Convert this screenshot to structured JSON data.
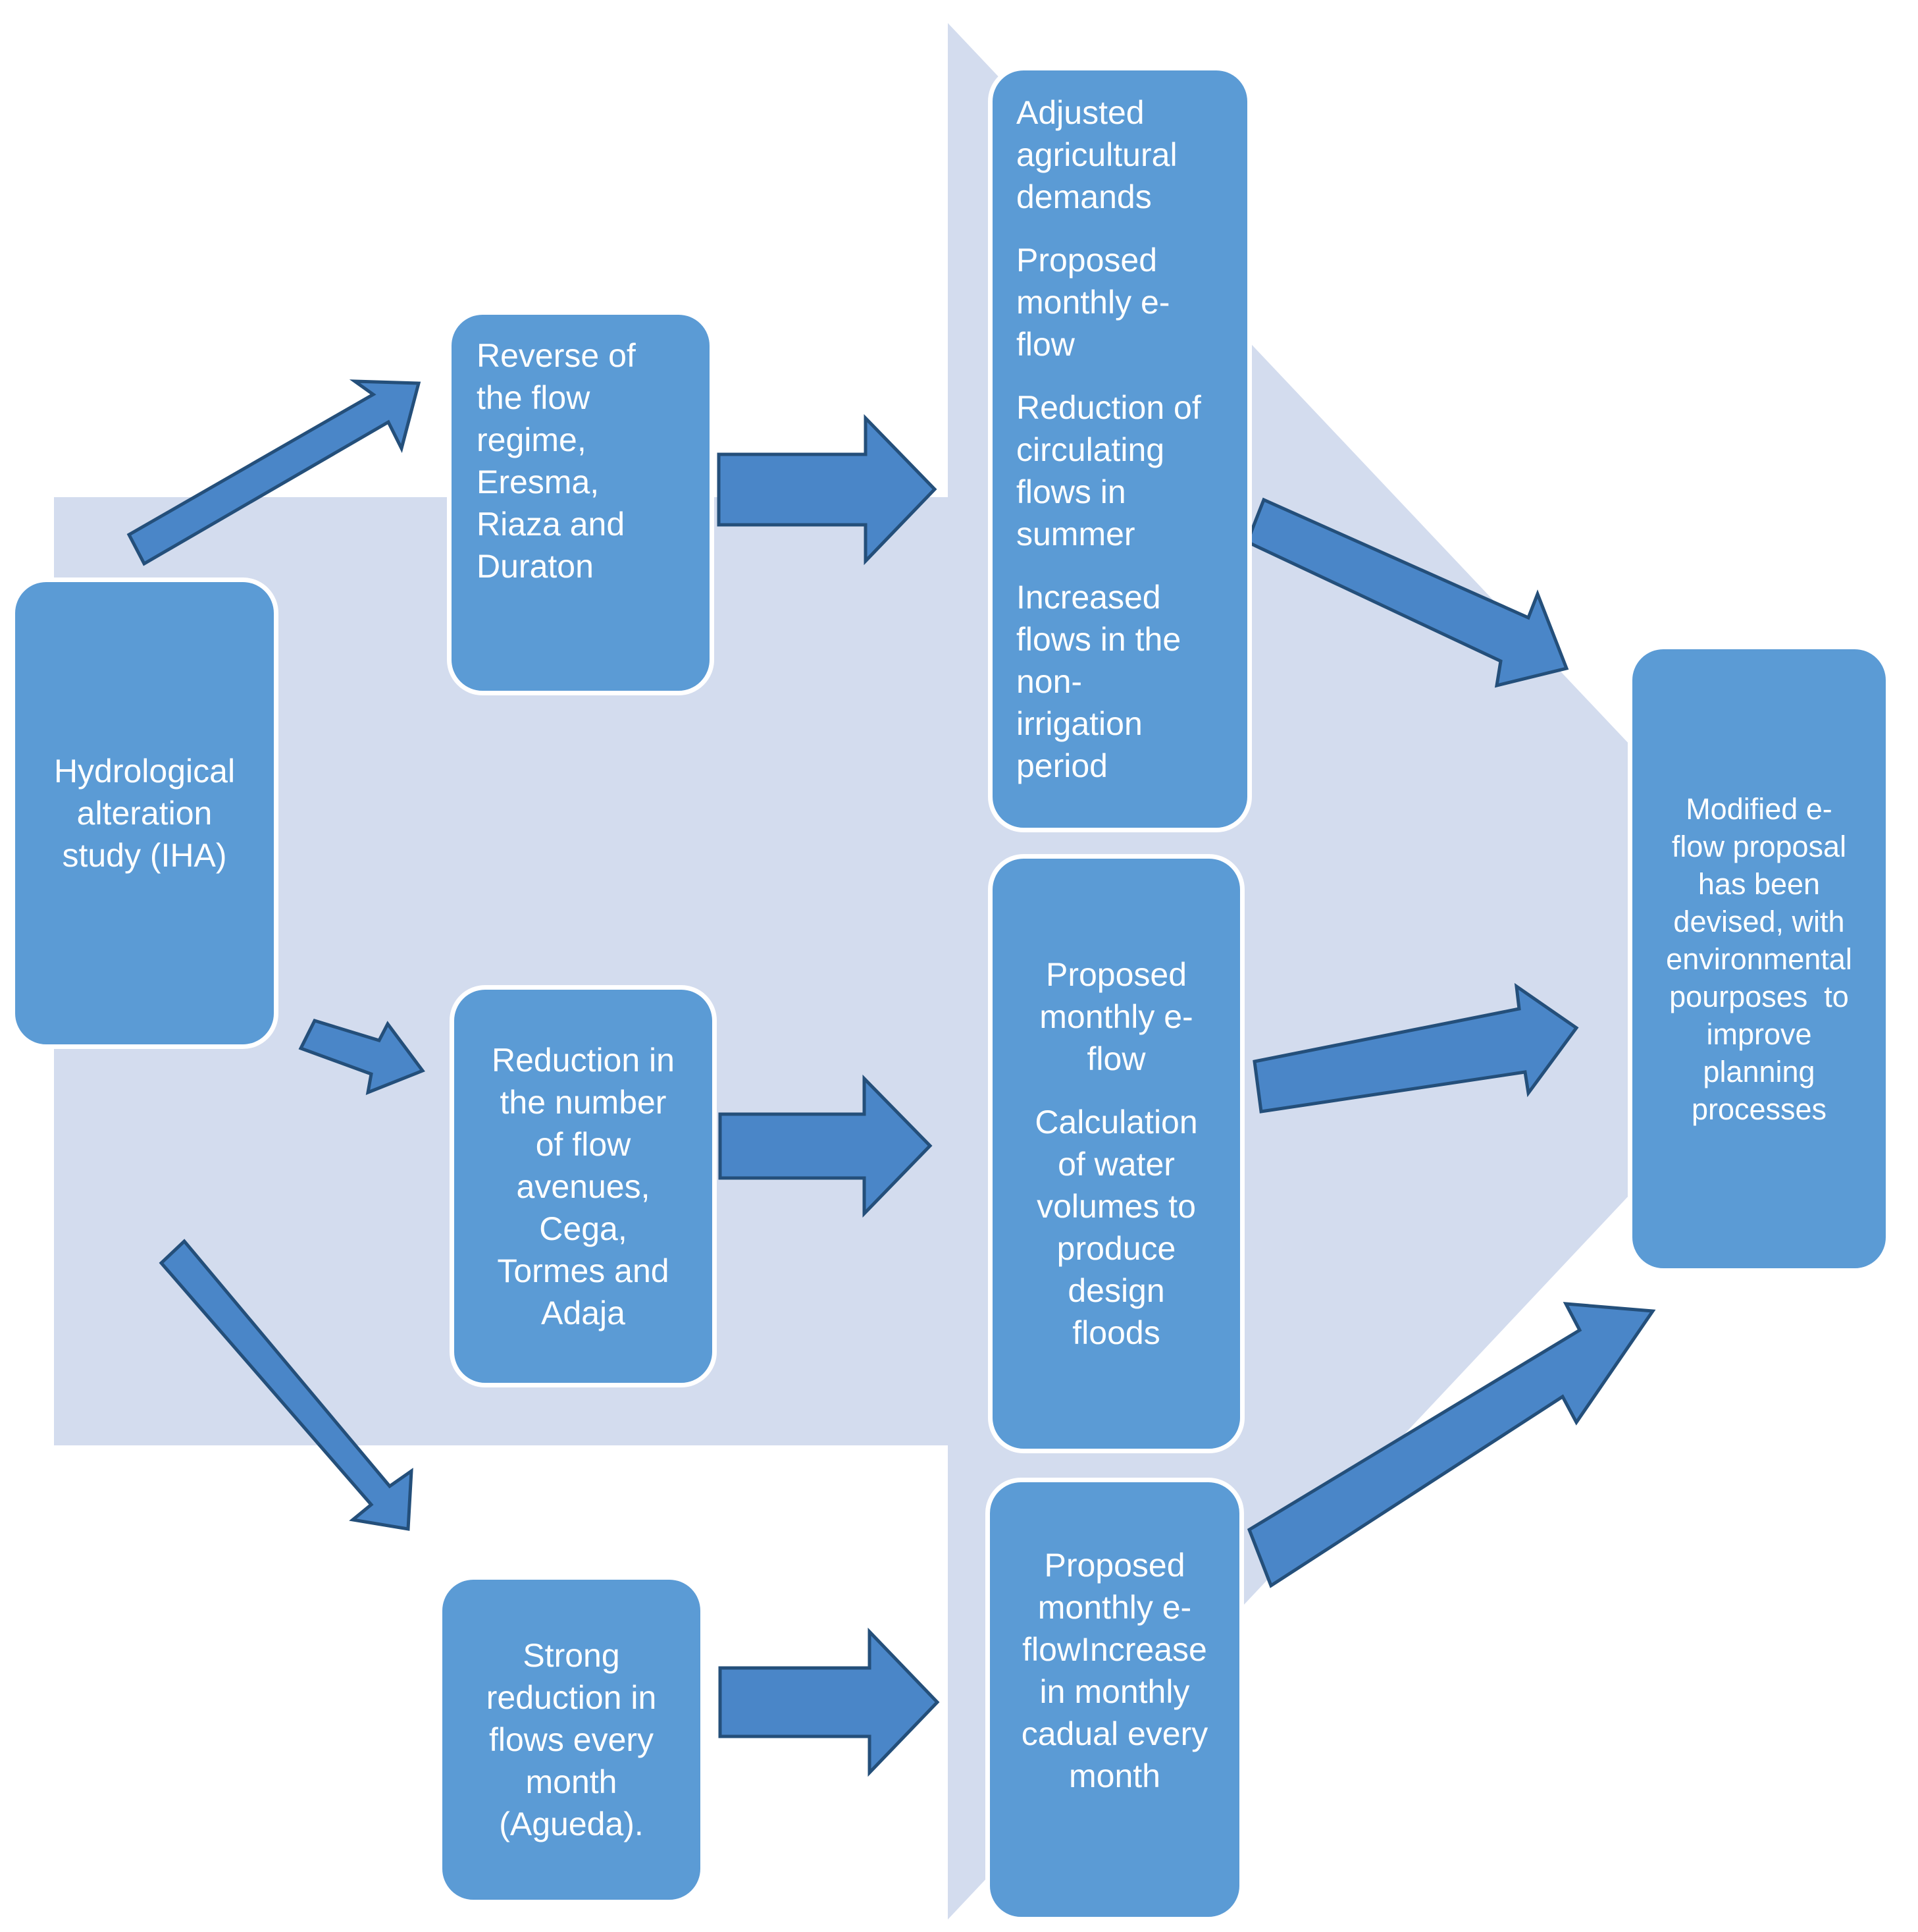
{
  "diagram": {
    "colors": {
      "box_fill": "#5b9bd5",
      "box_border": "#ffffff",
      "arrow_fill": "#4a86c8",
      "arrow_stroke": "#244f7a",
      "background_shape": "#d3dcee",
      "text": "#ffffff"
    },
    "start": {
      "lines": [
        "Hydrological",
        "alteration",
        "study (IHA)"
      ]
    },
    "branches": [
      {
        "cause_lines": [
          "Reverse of",
          "the flow",
          "regime,",
          "Eresma,",
          "Riaza and",
          "Duraton"
        ],
        "measures": [
          [
            "Adjusted",
            "agricultural",
            "demands"
          ],
          [
            "Proposed",
            "monthly e-",
            "flow"
          ],
          [
            "Reduction of",
            "circulating",
            "flows in",
            "summer"
          ],
          [
            "Increased",
            "flows in the",
            "non-",
            "irrigation",
            "period"
          ]
        ]
      },
      {
        "cause_lines": [
          "Reduction in",
          "the number",
          "of flow",
          "avenues,",
          "Cega,",
          "Tormes and",
          "Adaja"
        ],
        "measures": [
          [
            "Proposed",
            "monthly e-",
            "flow"
          ],
          [
            "Calculation",
            "of water",
            "volumes to",
            "produce",
            "design",
            "floods"
          ]
        ]
      },
      {
        "cause_lines": [
          "Strong",
          "reduction in",
          "flows every",
          "month",
          "(Agueda)."
        ],
        "measures": [
          [
            "Proposed",
            "monthly e-",
            "flowIncrease",
            "in monthly",
            "cadual every",
            "month"
          ]
        ]
      }
    ],
    "result": {
      "lines": [
        "Modified e-",
        "flow proposal",
        "has been",
        "devised, with",
        "environmental",
        "pourposes  to",
        "improve",
        "planning",
        "processes"
      ]
    }
  }
}
